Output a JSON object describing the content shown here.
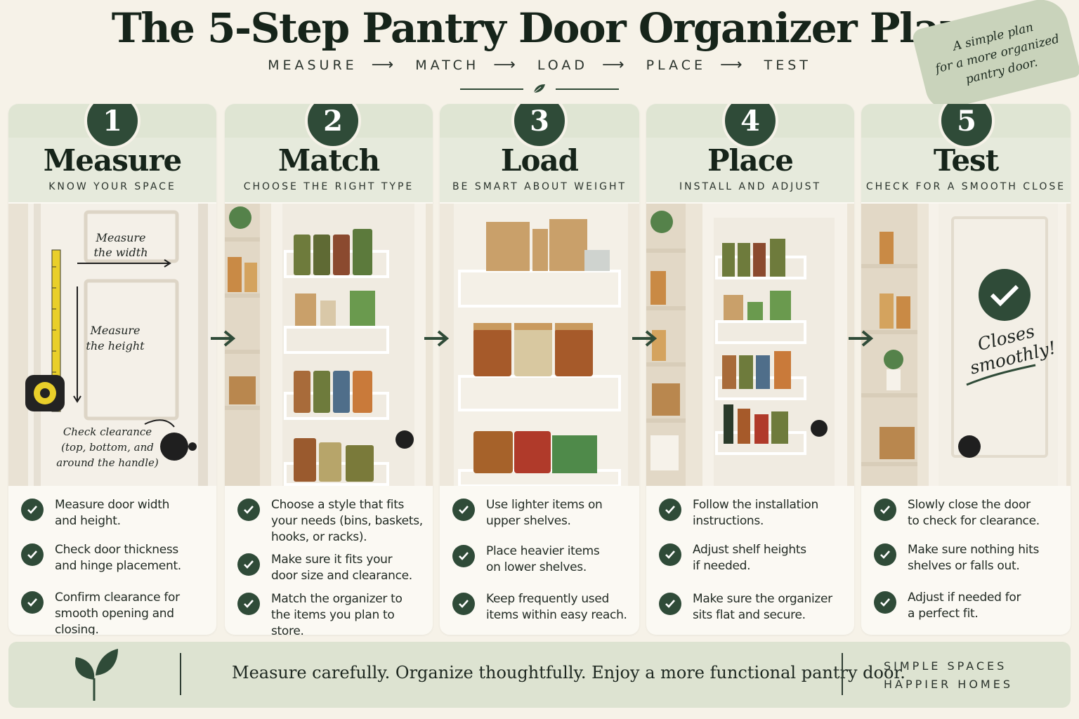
{
  "title": "The 5-Step Pantry Door Organizer Plan",
  "flow": [
    "MEASURE",
    "MATCH",
    "LOAD",
    "PLACE",
    "TEST"
  ],
  "note": [
    "A simple plan",
    "for a more organized",
    "pantry door."
  ],
  "colors": {
    "accent": "#2f4b38",
    "header": "#dfe5d3",
    "background": "#f6f2e8"
  },
  "steps": [
    {
      "number": "1",
      "title": "Measure",
      "subtitle": "KNOW YOUR SPACE",
      "annotations": [
        "Measure",
        "the width",
        "Measure",
        "the height",
        "Check clearance",
        "(top, bottom, and",
        "around the handle)"
      ],
      "checks": [
        "Measure door width\nand height.",
        "Check door thickness\nand hinge placement.",
        "Confirm clearance for\nsmooth opening and closing."
      ]
    },
    {
      "number": "2",
      "title": "Match",
      "subtitle": "CHOOSE THE RIGHT TYPE",
      "checks": [
        "Choose a style that fits\nyour needs (bins, baskets,\nhooks, or racks).",
        "Make sure it fits your\ndoor size and clearance.",
        "Match the organizer to\nthe items you plan to store."
      ]
    },
    {
      "number": "3",
      "title": "Load",
      "subtitle": "BE SMART ABOUT WEIGHT",
      "checks": [
        "Use lighter items on\nupper shelves.",
        "Place heavier items\non lower shelves.",
        "Keep frequently used\nitems within easy reach."
      ]
    },
    {
      "number": "4",
      "title": "Place",
      "subtitle": "INSTALL AND ADJUST",
      "checks": [
        "Follow the installation\ninstructions.",
        "Adjust shelf heights\nif needed.",
        "Make sure the organizer\nsits flat and secure."
      ]
    },
    {
      "number": "5",
      "title": "Test",
      "subtitle": "CHECK FOR A SMOOTH CLOSE",
      "annotations": [
        "Closes",
        "smoothly!"
      ],
      "checks": [
        "Slowly close the door\nto check for clearance.",
        "Make sure nothing hits\nshelves or falls out.",
        "Adjust if needed for\na perfect fit."
      ]
    }
  ],
  "footer": {
    "text": "Measure carefully. Organize thoughtfully. Enjoy a more functional pantry door.",
    "brand": [
      "SIMPLE SPACES",
      "HAPPIER HOMES"
    ]
  }
}
